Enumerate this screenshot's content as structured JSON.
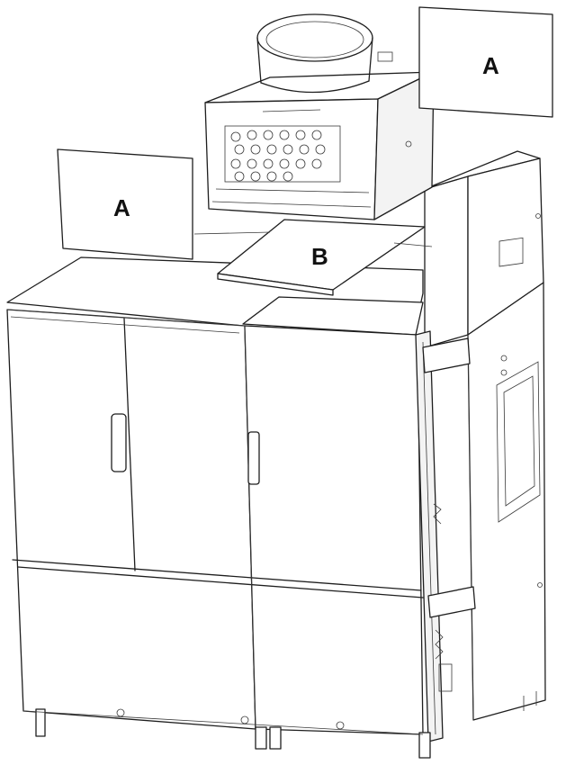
{
  "callouts": {
    "panel_a_right": "A",
    "panel_a_left": "A",
    "panel_b_top": "B"
  },
  "colors": {
    "line": "#1e1e1e",
    "background": "#ffffff"
  }
}
